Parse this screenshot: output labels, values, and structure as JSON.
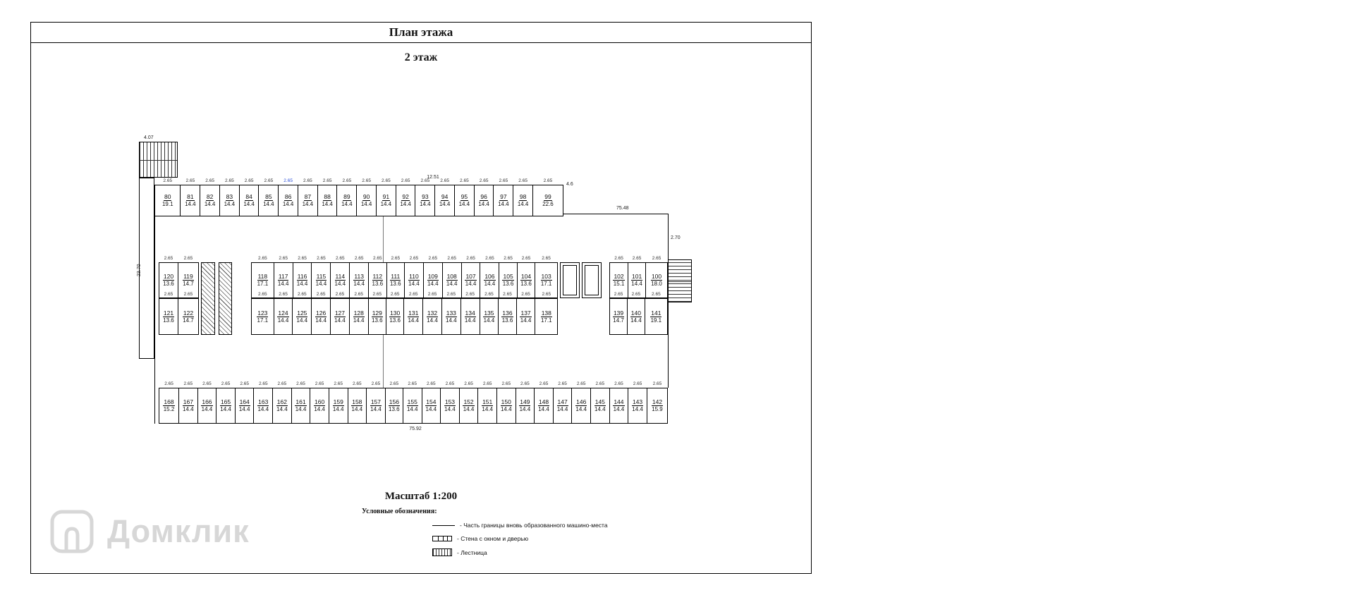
{
  "page": {
    "title": "План этажа",
    "subtitle": "2 этаж",
    "scale_label": "Масштаб 1:200"
  },
  "legend": {
    "title": "Условные обозначения:",
    "items": [
      {
        "icon": "boundary-line",
        "label": "- Часть границы вновь образованного машино-места"
      },
      {
        "icon": "wall-window-door",
        "label": "- Стена с окном и дверью"
      },
      {
        "icon": "stairs",
        "label": "- Лестница"
      }
    ]
  },
  "watermark": {
    "text": "Домклик"
  },
  "dimensions": {
    "stall_default": "2.65",
    "top_overall": "12.51",
    "top_right_small": "4.6",
    "right_wing": "75.48",
    "right_side": "2.70",
    "bottom_overall": "75.92",
    "left_side": "23.70",
    "stair_width": "4.07"
  },
  "plan": {
    "rows": {
      "top": [
        {
          "num": "80",
          "area": "19.1"
        },
        {
          "num": "81",
          "area": "14.4"
        },
        {
          "num": "82",
          "area": "14.4"
        },
        {
          "num": "83",
          "area": "14.4"
        },
        {
          "num": "84",
          "area": "14.4"
        },
        {
          "num": "85",
          "area": "14.4"
        },
        {
          "num": "86",
          "area": "14.4"
        },
        {
          "num": "87",
          "area": "14.4"
        },
        {
          "num": "88",
          "area": "14.4"
        },
        {
          "num": "89",
          "area": "14.4"
        },
        {
          "num": "90",
          "area": "14.4"
        },
        {
          "num": "91",
          "area": "14.4"
        },
        {
          "num": "92",
          "area": "14.4"
        },
        {
          "num": "93",
          "area": "14.4"
        },
        {
          "num": "94",
          "area": "14.4"
        },
        {
          "num": "95",
          "area": "14.4"
        },
        {
          "num": "96",
          "area": "14.4"
        },
        {
          "num": "97",
          "area": "14.4"
        },
        {
          "num": "98",
          "area": "14.4"
        },
        {
          "num": "99",
          "area": "22.6"
        }
      ],
      "mid_upper_left": [
        {
          "num": "120",
          "area": "13.6"
        },
        {
          "num": "119",
          "area": "14.7"
        }
      ],
      "mid_upper_center": [
        {
          "num": "118",
          "area": "17.1"
        },
        {
          "num": "117",
          "area": "14.4"
        },
        {
          "num": "116",
          "area": "14.4"
        },
        {
          "num": "115",
          "area": "14.4"
        },
        {
          "num": "114",
          "area": "14.4"
        },
        {
          "num": "113",
          "area": "14.4"
        },
        {
          "num": "112",
          "area": "13.6"
        },
        {
          "num": "111",
          "area": "13.6"
        },
        {
          "num": "110",
          "area": "14.4"
        },
        {
          "num": "109",
          "area": "14.4"
        },
        {
          "num": "108",
          "area": "14.4"
        },
        {
          "num": "107",
          "area": "14.4"
        },
        {
          "num": "106",
          "area": "14.4"
        },
        {
          "num": "105",
          "area": "13.6"
        },
        {
          "num": "104",
          "area": "13.6"
        },
        {
          "num": "103",
          "area": "17.1"
        }
      ],
      "mid_upper_right": [
        {
          "num": "102",
          "area": "15.1"
        },
        {
          "num": "101",
          "area": "14.4"
        },
        {
          "num": "100",
          "area": "18.0"
        }
      ],
      "mid_lower_left": [
        {
          "num": "121",
          "area": "13.6"
        },
        {
          "num": "122",
          "area": "14.7"
        }
      ],
      "mid_lower_center": [
        {
          "num": "123",
          "area": "17.1"
        },
        {
          "num": "124",
          "area": "14.4"
        },
        {
          "num": "125",
          "area": "14.4"
        },
        {
          "num": "126",
          "area": "14.4"
        },
        {
          "num": "127",
          "area": "14.4"
        },
        {
          "num": "128",
          "area": "14.4"
        },
        {
          "num": "129",
          "area": "13.6"
        },
        {
          "num": "130",
          "area": "13.6"
        },
        {
          "num": "131",
          "area": "14.4"
        },
        {
          "num": "132",
          "area": "14.4"
        },
        {
          "num": "133",
          "area": "14.4"
        },
        {
          "num": "134",
          "area": "14.4"
        },
        {
          "num": "135",
          "area": "14.4"
        },
        {
          "num": "136",
          "area": "13.6"
        },
        {
          "num": "137",
          "area": "14.4"
        },
        {
          "num": "138",
          "area": "17.1"
        }
      ],
      "mid_lower_right": [
        {
          "num": "139",
          "area": "14.7"
        },
        {
          "num": "140",
          "area": "14.4"
        },
        {
          "num": "141",
          "area": "19.1"
        }
      ],
      "bottom": [
        {
          "num": "168",
          "area": "15.2"
        },
        {
          "num": "167",
          "area": "14.4"
        },
        {
          "num": "166",
          "area": "14.4"
        },
        {
          "num": "165",
          "area": "14.4"
        },
        {
          "num": "164",
          "area": "14.4"
        },
        {
          "num": "163",
          "area": "14.4"
        },
        {
          "num": "162",
          "area": "14.4"
        },
        {
          "num": "161",
          "area": "14.4"
        },
        {
          "num": "160",
          "area": "14.4"
        },
        {
          "num": "159",
          "area": "14.4"
        },
        {
          "num": "158",
          "area": "14.4"
        },
        {
          "num": "157",
          "area": "14.4"
        },
        {
          "num": "156",
          "area": "13.6"
        },
        {
          "num": "155",
          "area": "14.4"
        },
        {
          "num": "154",
          "area": "14.4"
        },
        {
          "num": "153",
          "area": "14.4"
        },
        {
          "num": "152",
          "area": "14.4"
        },
        {
          "num": "151",
          "area": "14.4"
        },
        {
          "num": "150",
          "area": "14.4"
        },
        {
          "num": "149",
          "area": "14.4"
        },
        {
          "num": "148",
          "area": "14.4"
        },
        {
          "num": "147",
          "area": "14.4"
        },
        {
          "num": "146",
          "area": "14.4"
        },
        {
          "num": "145",
          "area": "14.4"
        },
        {
          "num": "144",
          "area": "14.4"
        },
        {
          "num": "143",
          "area": "14.4"
        },
        {
          "num": "142",
          "area": "15.9"
        }
      ]
    }
  }
}
